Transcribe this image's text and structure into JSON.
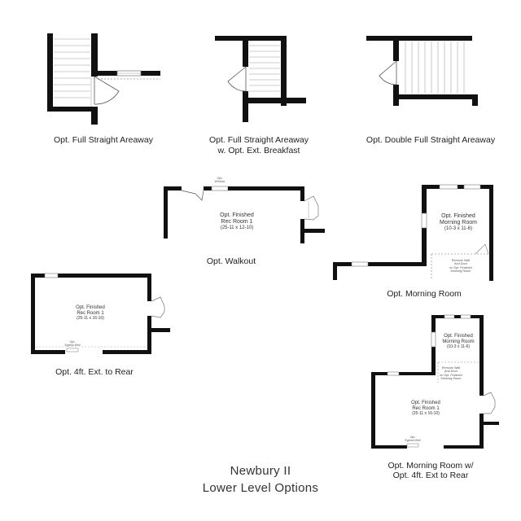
{
  "captions": {
    "full_straight": "Opt. Full Straight Areaway",
    "full_straight_breakfast_1": "Opt. Full Straight Areaway",
    "full_straight_breakfast_2": "w. Opt. Ext. Breakfast",
    "double_full_straight": "Opt. Double Full Straight Areaway",
    "walkout": "Opt. Walkout",
    "morning_room": "Opt. Morning Room",
    "ext_to_rear": "Opt. 4ft. Ext. to Rear",
    "morning_room_ext_1": "Opt. Morning Room w/",
    "morning_room_ext_2": "Opt. 4ft. Ext to Rear"
  },
  "rooms": {
    "walkout_rec": {
      "name_1": "Opt. Finished",
      "name_2": "Rec Room 1",
      "dims": "(25-11 x 12-10)"
    },
    "morning": {
      "name_1": "Opt. Finished",
      "name_2": "Morning Room",
      "dims": "(10-3 x 11-6)"
    },
    "ext_rec": {
      "name_1": "Opt. Finished",
      "name_2": "Rec Room 1",
      "dims": "(25-11 x 16-10)"
    },
    "combo_morning": {
      "name_1": "Opt. Finished",
      "name_2": "Morning Room",
      "dims": "(10-3 x 11-6)"
    },
    "combo_rec": {
      "name_1": "Opt. Finished",
      "name_2": "Rec Room 1",
      "dims": "(25-11 x 16-10)"
    }
  },
  "notes": {
    "window_label_1": "Opt.",
    "window_label_2": "Window",
    "morning_wall_1": "Remove Wall",
    "morning_wall_2": "And Door",
    "morning_wall_3": "w/ Opt. Finished",
    "morning_wall_4": "Morning Room",
    "combo_wall_1": "Remove Wall",
    "combo_wall_2": "And Door",
    "combo_wall_3": "w/ Opt. Finished",
    "combo_wall_4": "Morning Room",
    "egress_1": "Opt.",
    "egress_2": "Egress Well",
    "egress_b_1": "Opt.",
    "egress_b_2": "Egress Well"
  },
  "title": {
    "line1": "Newbury II",
    "line2": "Lower Level Options"
  }
}
